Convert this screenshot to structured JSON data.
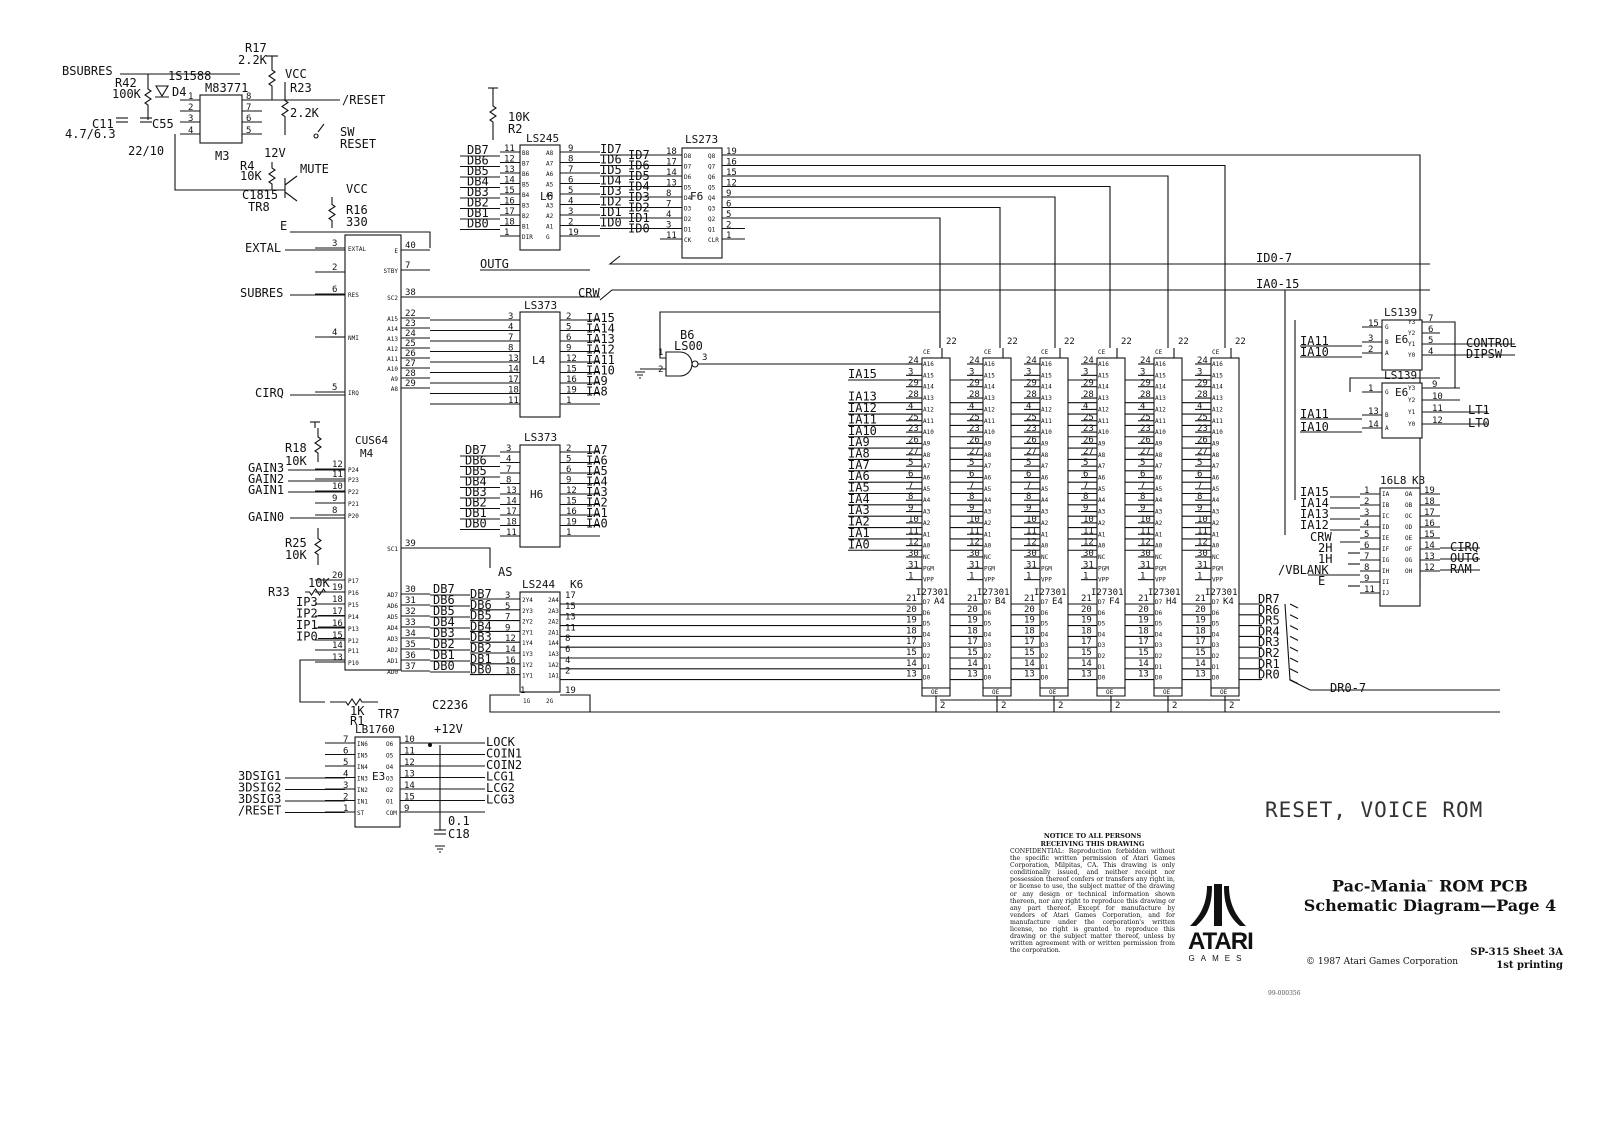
{
  "handwritten_title": "RESET, VOICE ROM",
  "title_block": {
    "notice_heading_1": "NOTICE TO ALL PERSONS",
    "notice_heading_2": "RECEIVING THIS DRAWING",
    "notice_text": "CONFIDENTIAL: Reproduction forbidden without the specific written permission of Atari Games Corporation, Milpitas, CA. This drawing is only conditionally issued, and neither receipt nor possession thereof confers or transfers any right in, or license to use, the subject matter of the drawing or any design or technical information shown thereon, nor any right to reproduce this drawing or any part thereof. Except for manufacture by vendors of Atari Games Corporation, and for manufacture under the corporation's written license, no right is granted to reproduce this drawing or the subject matter thereof, unless by written agreement with or written permission from the corporation.",
    "logo_wordmark": "ATARI",
    "logo_sub": "GAMES",
    "title_line_1a": "Pac-Mania",
    "title_tm": "™",
    "title_line_1b": " ROM PCB",
    "title_line_2": "Schematic Diagram—Page 4",
    "copyright": "© 1987 Atari Games Corporation",
    "sheet_line_1": "SP-315   Sheet 3A",
    "sheet_line_2": "1st printing",
    "doc_number": "99-000356"
  },
  "reset_section": {
    "labels": [
      "BSUBRES",
      "R42",
      "100K",
      "1S1588",
      "D4",
      "M83771",
      "R17",
      "2.2K",
      "VCC",
      "R23",
      "2.2K",
      "/RESET",
      "C11",
      "4.7/6.3",
      "C55",
      "22/10",
      "M3",
      "SW",
      "RESET",
      "12V",
      "R4",
      "10K",
      "MUTE",
      "C1815",
      "TR8",
      "VCC",
      "R16",
      "330",
      "E"
    ],
    "m3_pins": [
      "1",
      "2",
      "3",
      "4",
      "8",
      "7",
      "6",
      "5"
    ]
  },
  "cpu": {
    "name": "CUS64",
    "ref": "M4",
    "left_signals": [
      "EXTAL",
      "SUBRES",
      "CIRQ",
      "GAIN3",
      "GAIN2",
      "GAIN1",
      "GAIN0",
      "IP3",
      "IP2",
      "IP1",
      "IP0"
    ],
    "left_pin_numbers": [
      "3",
      "2",
      "6",
      "4",
      "5",
      "12",
      "11",
      "10",
      "9",
      "8",
      "20",
      "19",
      "18",
      "17",
      "16",
      "15",
      "14",
      "13"
    ],
    "left_pin_names": [
      "EXTAL",
      "RES",
      "NMI",
      "IRQ",
      "P24",
      "P23",
      "P22",
      "P21",
      "P20",
      "P17",
      "P16",
      "P15",
      "P14",
      "P13",
      "P12",
      "P11",
      "P10"
    ],
    "right_pins": [
      {
        "name": "E",
        "num": "40"
      },
      {
        "name": "STBY",
        "num": "7"
      },
      {
        "name": "SC2",
        "num": "38"
      },
      {
        "name": "A15",
        "num": "22"
      },
      {
        "name": "A14",
        "num": "23"
      },
      {
        "name": "A13",
        "num": "24"
      },
      {
        "name": "A12",
        "num": "25"
      },
      {
        "name": "A11",
        "num": "26"
      },
      {
        "name": "A10",
        "num": "27"
      },
      {
        "name": "A9",
        "num": "28"
      },
      {
        "name": "A8",
        "num": "29"
      },
      {
        "name": "SC1",
        "num": "39"
      },
      {
        "name": "AD7",
        "num": "30"
      },
      {
        "name": "AD6",
        "num": "31"
      },
      {
        "name": "AD5",
        "num": "32"
      },
      {
        "name": "AD4",
        "num": "33"
      },
      {
        "name": "AD3",
        "num": "34"
      },
      {
        "name": "AD2",
        "num": "35"
      },
      {
        "name": "AD1",
        "num": "36"
      },
      {
        "name": "AD0",
        "num": "37"
      }
    ],
    "resistors": [
      "R18",
      "10K",
      "R25",
      "10K",
      "R33",
      "10K"
    ]
  },
  "ls245": {
    "name": "LS245",
    "ref": "L6",
    "r2": [
      "10K",
      "R2"
    ],
    "left_signals": [
      "DB7",
      "DB6",
      "DB5",
      "DB4",
      "DB3",
      "DB2",
      "DB1",
      "DB0"
    ],
    "left_pins": [
      "11",
      "12",
      "13",
      "14",
      "15",
      "16",
      "17",
      "18",
      "1"
    ],
    "left_names": [
      "B8",
      "B7",
      "B6",
      "B5",
      "B4",
      "B3",
      "B2",
      "B1",
      "DIR"
    ],
    "right_pins": [
      "9",
      "8",
      "7",
      "6",
      "5",
      "4",
      "3",
      "2",
      "19"
    ],
    "right_names": [
      "A8",
      "A7",
      "A6",
      "A5",
      "A4",
      "A3",
      "A2",
      "A1",
      "G"
    ],
    "outputs": [
      "ID7",
      "ID6",
      "ID5",
      "ID4",
      "ID3",
      "ID2",
      "ID1",
      "ID0"
    ],
    "outg": "OUTG"
  },
  "ls273": {
    "name": "LS273",
    "ref": "F6",
    "inputs": [
      "ID7",
      "ID6",
      "ID5",
      "ID4",
      "ID3",
      "ID2",
      "ID1",
      "ID0"
    ],
    "left_pins": [
      "18",
      "17",
      "14",
      "13",
      "8",
      "7",
      "4",
      "3",
      "11"
    ],
    "left_names": [
      "D8",
      "D7",
      "D6",
      "D5",
      "D4",
      "D3",
      "D2",
      "D1",
      "CK"
    ],
    "right_pins": [
      "19",
      "16",
      "15",
      "12",
      "9",
      "6",
      "5",
      "2",
      "1"
    ],
    "right_names": [
      "Q8",
      "Q7",
      "Q6",
      "Q5",
      "Q4",
      "Q3",
      "Q2",
      "Q1",
      "CLR"
    ]
  },
  "ls373_l4": {
    "name": "LS373",
    "ref": "L4",
    "left_pins": [
      "3",
      "4",
      "7",
      "8",
      "13",
      "14",
      "17",
      "18",
      "11"
    ],
    "right_pins": [
      "2",
      "5",
      "6",
      "9",
      "12",
      "15",
      "16",
      "19",
      "1"
    ],
    "outputs": [
      "IA15",
      "IA14",
      "IA13",
      "IA12",
      "IA11",
      "IA10",
      "IA9",
      "IA8"
    ],
    "crw": "CRW"
  },
  "ls373_h6": {
    "name": "LS373",
    "ref": "H6",
    "inputs": [
      "DB7",
      "DB6",
      "DB5",
      "DB4",
      "DB3",
      "DB2",
      "DB1",
      "DB0"
    ],
    "left_pins": [
      "3",
      "4",
      "7",
      "8",
      "13",
      "14",
      "17",
      "18",
      "11"
    ],
    "right_pins": [
      "2",
      "5",
      "6",
      "9",
      "12",
      "15",
      "16",
      "19",
      "1"
    ],
    "outputs": [
      "IA7",
      "IA6",
      "IA5",
      "IA4",
      "IA3",
      "IA2",
      "IA1",
      "IA0"
    ],
    "as": "AS"
  },
  "ls244": {
    "name": "LS244",
    "ref": "K6",
    "cpu_side": [
      "DB7",
      "DB6",
      "DB5",
      "DB4",
      "DB3",
      "DB2",
      "DB1",
      "DB0"
    ],
    "inputs": [
      "DB7",
      "DB6",
      "DB5",
      "DB4",
      "DB3",
      "DB2",
      "DB1",
      "DB0"
    ],
    "left_pins": [
      "3",
      "5",
      "7",
      "9",
      "12",
      "14",
      "16",
      "18"
    ],
    "left_names": [
      "2Y4",
      "2Y3",
      "2Y2",
      "2Y1",
      "1Y4",
      "1Y3",
      "1Y2",
      "1Y1"
    ],
    "right_pins": [
      "17",
      "15",
      "13",
      "11",
      "8",
      "6",
      "4",
      "2"
    ],
    "right_names": [
      "2A4",
      "2A3",
      "2A2",
      "2A1",
      "1A4",
      "1A3",
      "1A2",
      "1A1"
    ],
    "bottom_pins": [
      "1",
      "19"
    ],
    "gate_names": [
      "1G",
      "2G"
    ]
  },
  "ls00": {
    "name": "LS00",
    "ref": "B6",
    "pins": [
      "1",
      "2",
      "3"
    ]
  },
  "roms": {
    "part": "I27301",
    "refs": [
      "A4",
      "B4",
      "E4",
      "F4",
      "H4",
      "K4"
    ],
    "addr_inputs": [
      "IA15",
      "IA13",
      "IA12",
      "IA11",
      "IA10",
      "IA9",
      "IA8",
      "IA7",
      "IA6",
      "IA5",
      "IA4",
      "IA3",
      "IA2",
      "IA1",
      "IA0"
    ],
    "pin_rows": [
      {
        "num": "24",
        "name": "A16"
      },
      {
        "num": "3",
        "name": "A15"
      },
      {
        "num": "29",
        "name": "A14"
      },
      {
        "num": "28",
        "name": "A13"
      },
      {
        "num": "4",
        "name": "A12"
      },
      {
        "num": "25",
        "name": "A11"
      },
      {
        "num": "23",
        "name": "A10"
      },
      {
        "num": "26",
        "name": "A9"
      },
      {
        "num": "27",
        "name": "A8"
      },
      {
        "num": "5",
        "name": "A7"
      },
      {
        "num": "6",
        "name": "A6"
      },
      {
        "num": "7",
        "name": "A5"
      },
      {
        "num": "8",
        "name": "A4"
      },
      {
        "num": "9",
        "name": "A3"
      },
      {
        "num": "10",
        "name": "A2"
      },
      {
        "num": "11",
        "name": "A1"
      },
      {
        "num": "12",
        "name": "A0"
      },
      {
        "num": "30",
        "name": "NC"
      },
      {
        "num": "31",
        "name": "PGM"
      },
      {
        "num": "1",
        "name": "VPP"
      }
    ],
    "ce_pin": "22",
    "ce_label": "CE",
    "data_pins": [
      {
        "num": "21",
        "name": "D7"
      },
      {
        "num": "20",
        "name": "D6"
      },
      {
        "num": "19",
        "name": "D5"
      },
      {
        "num": "18",
        "name": "D4"
      },
      {
        "num": "17",
        "name": "D3"
      },
      {
        "num": "15",
        "name": "D2"
      },
      {
        "num": "14",
        "name": "D1"
      },
      {
        "num": "13",
        "name": "D0"
      }
    ],
    "oe_pin": "2",
    "oe_label": "OE",
    "data_out": [
      "DR7",
      "DR6",
      "DR5",
      "DR4",
      "DR3",
      "DR2",
      "DR1",
      "DR0"
    ]
  },
  "buses": {
    "id": "ID0-7",
    "ia": "IA0-15",
    "dr": "DR0-7"
  },
  "ls139_a": {
    "name": "LS139",
    "ref": "E6",
    "in": [
      "IA11",
      "IA10"
    ],
    "pins": [
      "15",
      "3",
      "2",
      "7",
      "6",
      "5",
      "4"
    ],
    "out": [
      "CONTROL",
      "DIPSW"
    ],
    "pin_names": [
      "G",
      "B",
      "A",
      "Y3",
      "Y2",
      "Y1",
      "Y0"
    ]
  },
  "ls139_b": {
    "name": "LS139",
    "ref": "E6",
    "in": [
      "IA11",
      "IA10"
    ],
    "pins": [
      "1",
      "13",
      "14",
      "9",
      "10",
      "11",
      "12"
    ],
    "out": [
      "LT1",
      "LT0"
    ],
    "pin_names": [
      "G",
      "B",
      "A",
      "Y3",
      "Y2",
      "Y1",
      "Y0"
    ]
  },
  "pal": {
    "name": "16L8",
    "ref": "K3",
    "in": [
      "IA15",
      "IA14",
      "IA13",
      "IA12",
      "CRW",
      "2H",
      "1H",
      "/VBLANK",
      "E"
    ],
    "in_pins": [
      "1",
      "2",
      "3",
      "4",
      "5",
      "6",
      "7",
      "8",
      "9",
      "11"
    ],
    "in_names": [
      "IA",
      "IB",
      "IC",
      "ID",
      "IE",
      "IF",
      "IG",
      "IH",
      "II",
      "IJ"
    ],
    "out_pins": [
      "19",
      "18",
      "17",
      "16",
      "15",
      "14",
      "13",
      "12"
    ],
    "out_names": [
      "OA",
      "OB",
      "OC",
      "OD",
      "OE",
      "OF",
      "OG",
      "OH"
    ],
    "out": [
      "CIRQ",
      "OUTG",
      "RAM"
    ]
  },
  "lb1760": {
    "name": "LB1760",
    "ref": "E3",
    "in": [
      "3DSIG1",
      "3DSIG2",
      "3DSIG3",
      "/RESET"
    ],
    "left_pins": [
      "7",
      "6",
      "5",
      "4",
      "3",
      "2",
      "1"
    ],
    "left_names": [
      "IN6",
      "IN5",
      "IN4",
      "IN3",
      "IN2",
      "IN1",
      "ST"
    ],
    "right_pins": [
      "10",
      "11",
      "12",
      "13",
      "14",
      "15",
      "9"
    ],
    "right_names": [
      "O6",
      "O5",
      "O4",
      "O3",
      "O2",
      "O1",
      "COM"
    ],
    "out": [
      "LOCK",
      "COIN1",
      "COIN2",
      "LCG1",
      "LCG2",
      "LCG3"
    ],
    "parts": [
      "1K",
      "R1",
      "TR7",
      "C2236",
      "+12V",
      "0.1",
      "C18"
    ]
  }
}
